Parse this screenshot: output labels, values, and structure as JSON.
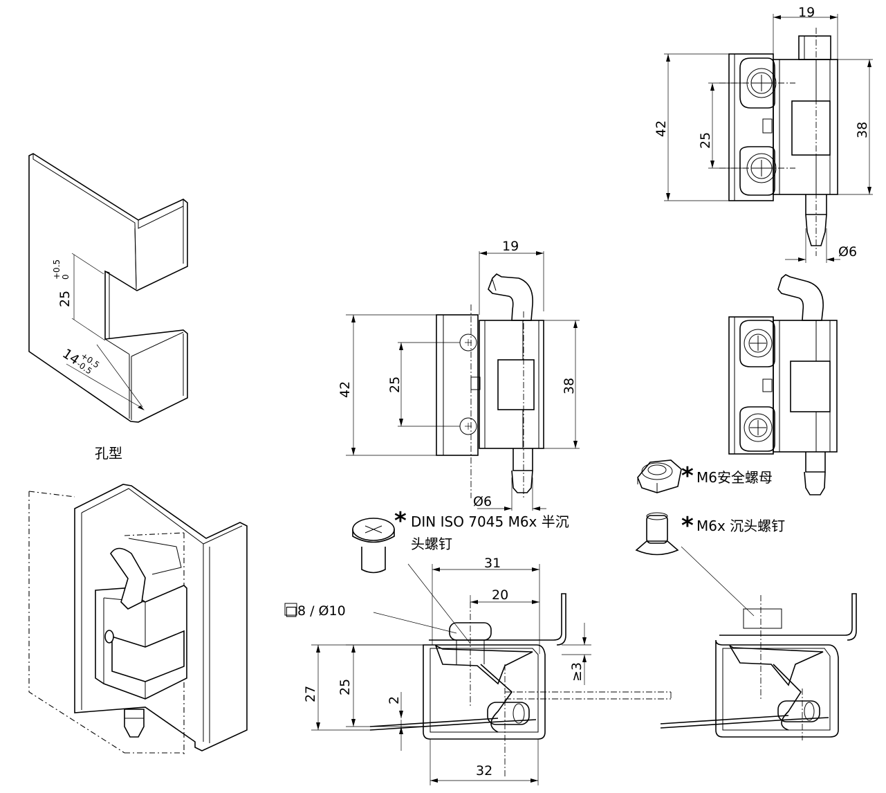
{
  "isometric": {
    "slot_width": "25",
    "slot_width_tol_upper": "+0.5",
    "slot_width_tol_lower": "0",
    "slot_depth": "14",
    "slot_depth_tol_upper": "+0.5",
    "slot_depth_tol_lower": "-0.5",
    "caption": "孔型"
  },
  "front_view_center": {
    "width_top": "19",
    "height_outer": "42",
    "hole_pitch": "25",
    "height_leaf": "38",
    "pin_diameter": "Ø6"
  },
  "front_view_top_right": {
    "width_top": "19",
    "height_outer": "42",
    "hole_pitch": "25",
    "height_leaf": "38",
    "pin_diameter": "Ø6"
  },
  "fasteners": {
    "star": "*",
    "nut_label": "M6安全螺母",
    "pan_screw_label_line1": "DIN ISO 7045 M6x 半沉",
    "pan_screw_label_line2": "头螺钉",
    "countersunk_label": "M6x 沉头螺钉"
  },
  "section_view": {
    "bore_note": "□8 / Ø10",
    "width_31": "31",
    "width_20": "20",
    "height_27": "27",
    "height_25": "25",
    "gap_2": "2",
    "gap_3": "≥3",
    "width_32": "32"
  }
}
